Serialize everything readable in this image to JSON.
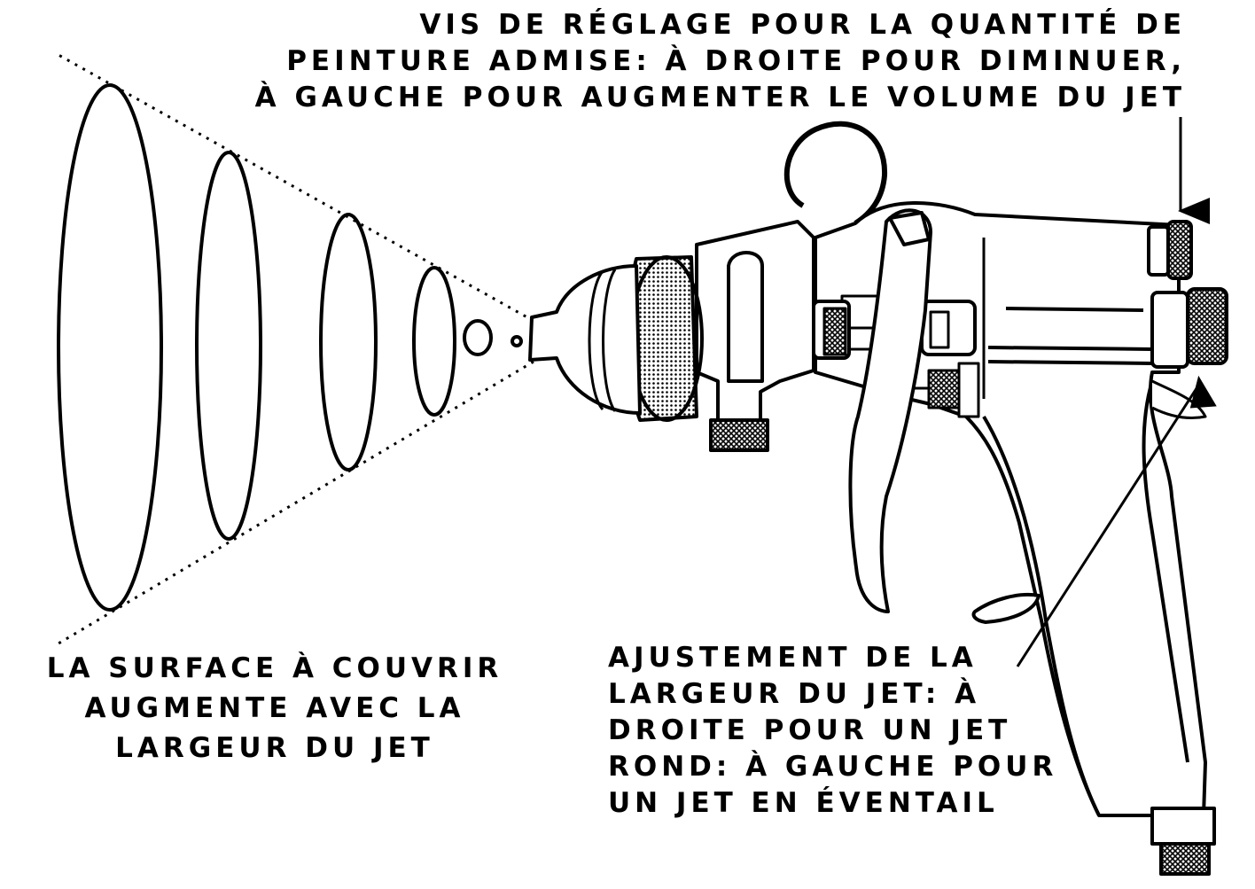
{
  "diagram": {
    "labels": {
      "screw_quantity": {
        "lines": [
          "VIS DE RÉGLAGE POUR LA QUANTITÉ DE",
          "PEINTURE ADMISE: À DROITE POUR DIMINUER,",
          "À GAUCHE POUR AUGMENTER LE VOLUME DU JET"
        ]
      },
      "surface": {
        "lines": [
          "LA SURFACE À COUVRIR",
          "AUGMENTE AVEC LA",
          "LARGEUR DU JET"
        ]
      },
      "jet_width": {
        "lines": [
          "AJUSTEMENT DE LA",
          "LARGEUR DU JET: À",
          "DROITE POUR UN JET",
          "ROND: À GAUCHE POUR",
          "UN JET EN ÉVENTAIL"
        ]
      }
    },
    "colors": {
      "ink": "#000000",
      "paper": "#ffffff"
    }
  }
}
